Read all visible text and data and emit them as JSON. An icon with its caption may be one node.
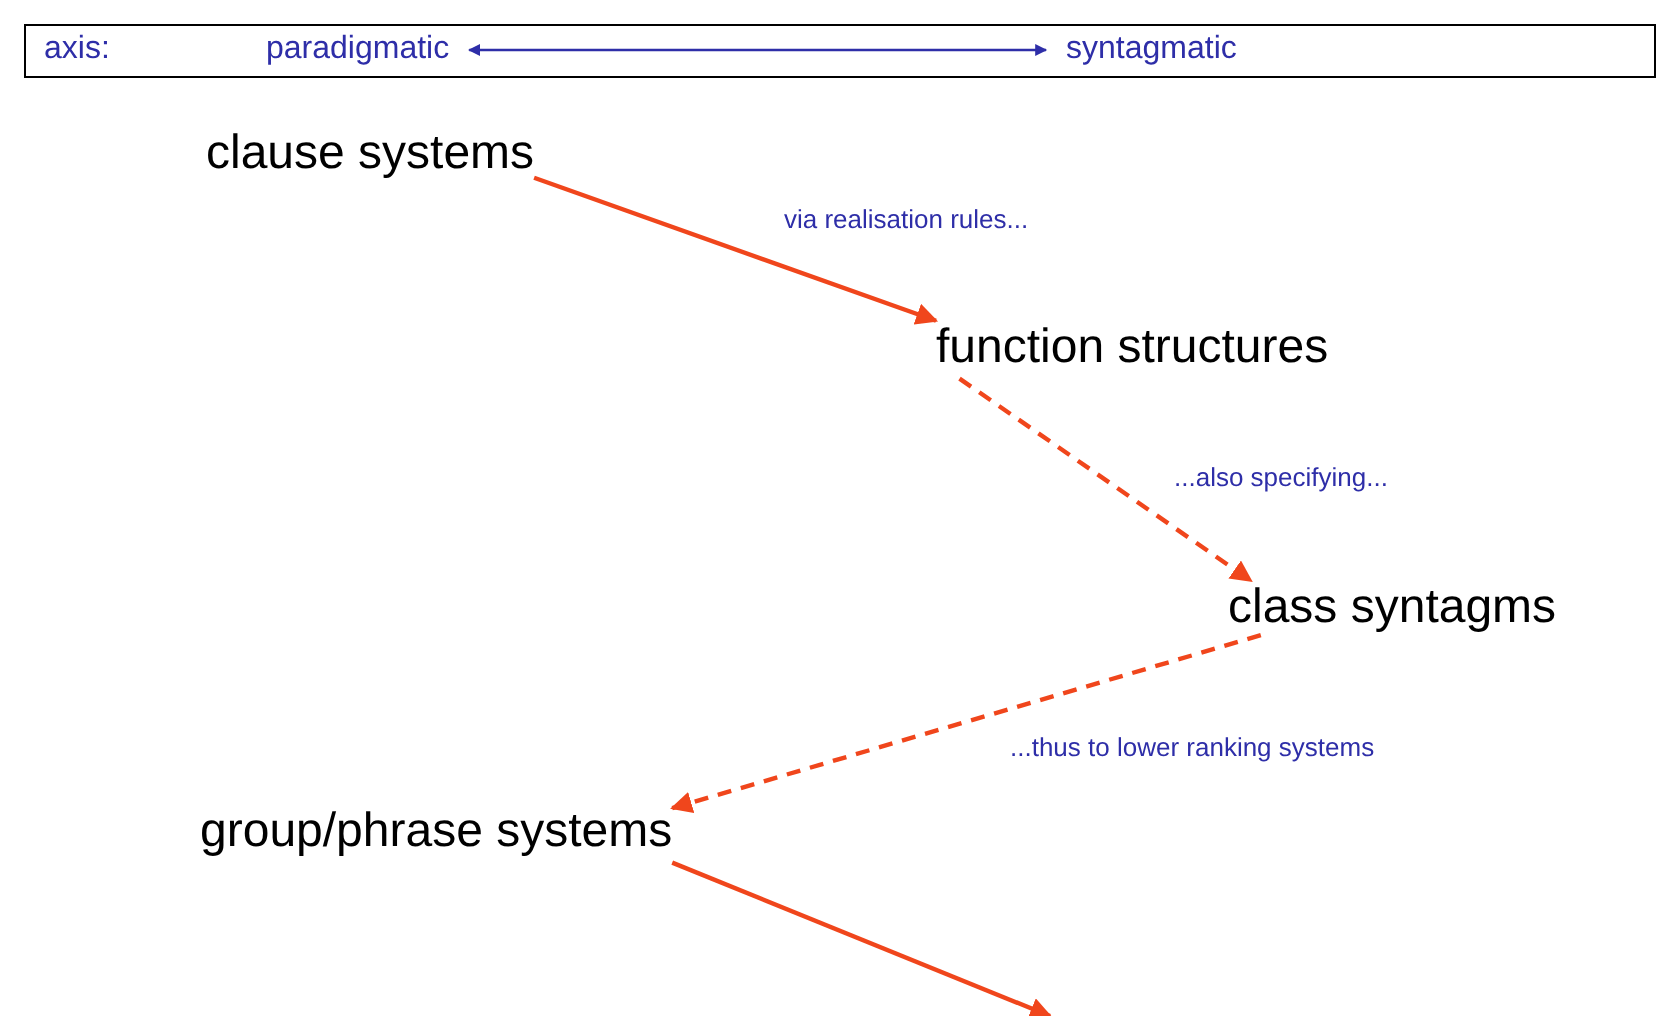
{
  "diagram": {
    "nodes": [
      {
        "text": [
          "axis:"
        ]
      },
      {
        "text": [
          "paradigmatic"
        ],
        "in": 0
      },
      {
        "text": [
          "syntagmatic"
        ],
        "in": 0
      },
      {
        "text": [
          "clause systems"
        ]
      },
      {
        "text": [
          "function structures"
        ]
      },
      {
        "text": [
          "class syntagms"
        ]
      },
      {
        "text": [
          "group/phrase systems"
        ]
      }
    ],
    "edges": [
      {
        "from": 1,
        "to": 2,
        "arrow": "both",
        "color": "#2e2ea8"
      },
      {
        "from": 3,
        "to": 4,
        "arrow": "to",
        "label": "via realisation rules..."
      },
      {
        "from": 4,
        "to": 5,
        "arrow": "to",
        "style": "dashed",
        "label": "...also specifying..."
      },
      {
        "from": 5,
        "to": 6,
        "arrow": "to",
        "style": "dashed",
        "label": "...thus to lower ranking systems"
      },
      {
        "from": 6,
        "to": null,
        "arrow": "to"
      }
    ]
  }
}
